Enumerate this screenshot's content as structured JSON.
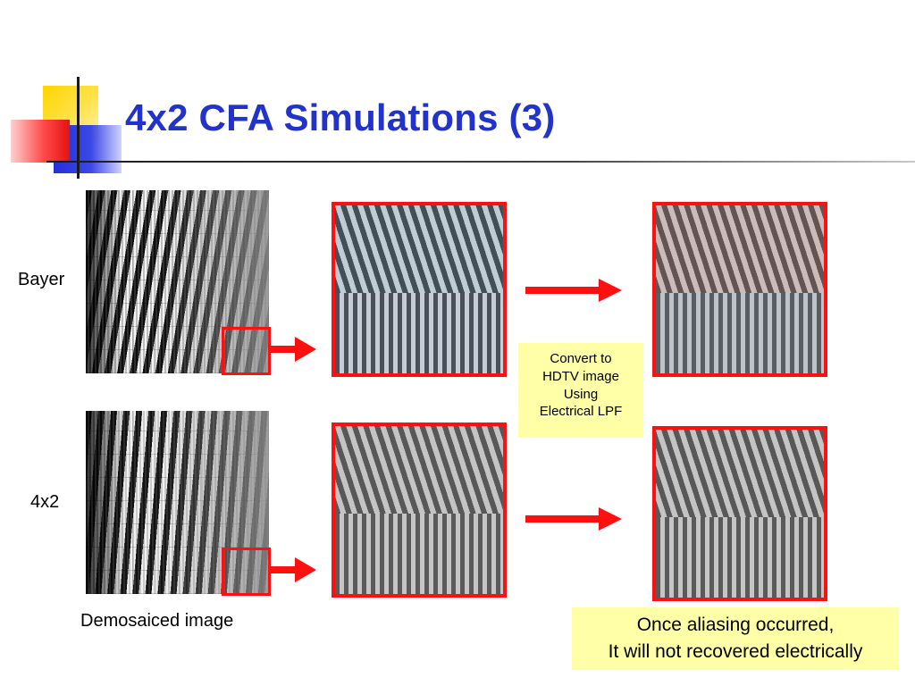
{
  "slide": {
    "title": "4x2 CFA Simulations (3)",
    "title_color": "#2233CC",
    "accent_red": "#FF1010",
    "note_bg": "#FFFFA8"
  },
  "rows": [
    {
      "label": "Bayer"
    },
    {
      "label": "4x2"
    }
  ],
  "caption": "Demosaiced image",
  "note_small": [
    "Convert to",
    "HDTV image",
    "Using",
    "Electrical LPF"
  ],
  "note_big": [
    "Once aliasing occurred,",
    "It will not recovered electrically"
  ],
  "icons": [
    "right-arrow-icon"
  ]
}
